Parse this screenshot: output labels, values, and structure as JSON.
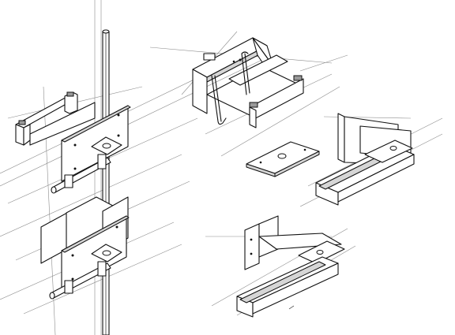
{
  "drawing": {
    "kind": "isometric hardware sketch",
    "parts": [
      {
        "id": "mast-assembly",
        "components": [
          "vertical-mast",
          "upper-bracket",
          "lower-bracket"
        ]
      },
      {
        "id": "standoff-bracket-with-hooks"
      },
      {
        "id": "flat-plate"
      },
      {
        "id": "channel-bracket-upper"
      },
      {
        "id": "channel-bracket-lower"
      }
    ],
    "colors": {
      "ink": "#111111",
      "construction": "#8c8c8c",
      "shade": "#d6d6d6",
      "background": "#ffffff"
    }
  }
}
